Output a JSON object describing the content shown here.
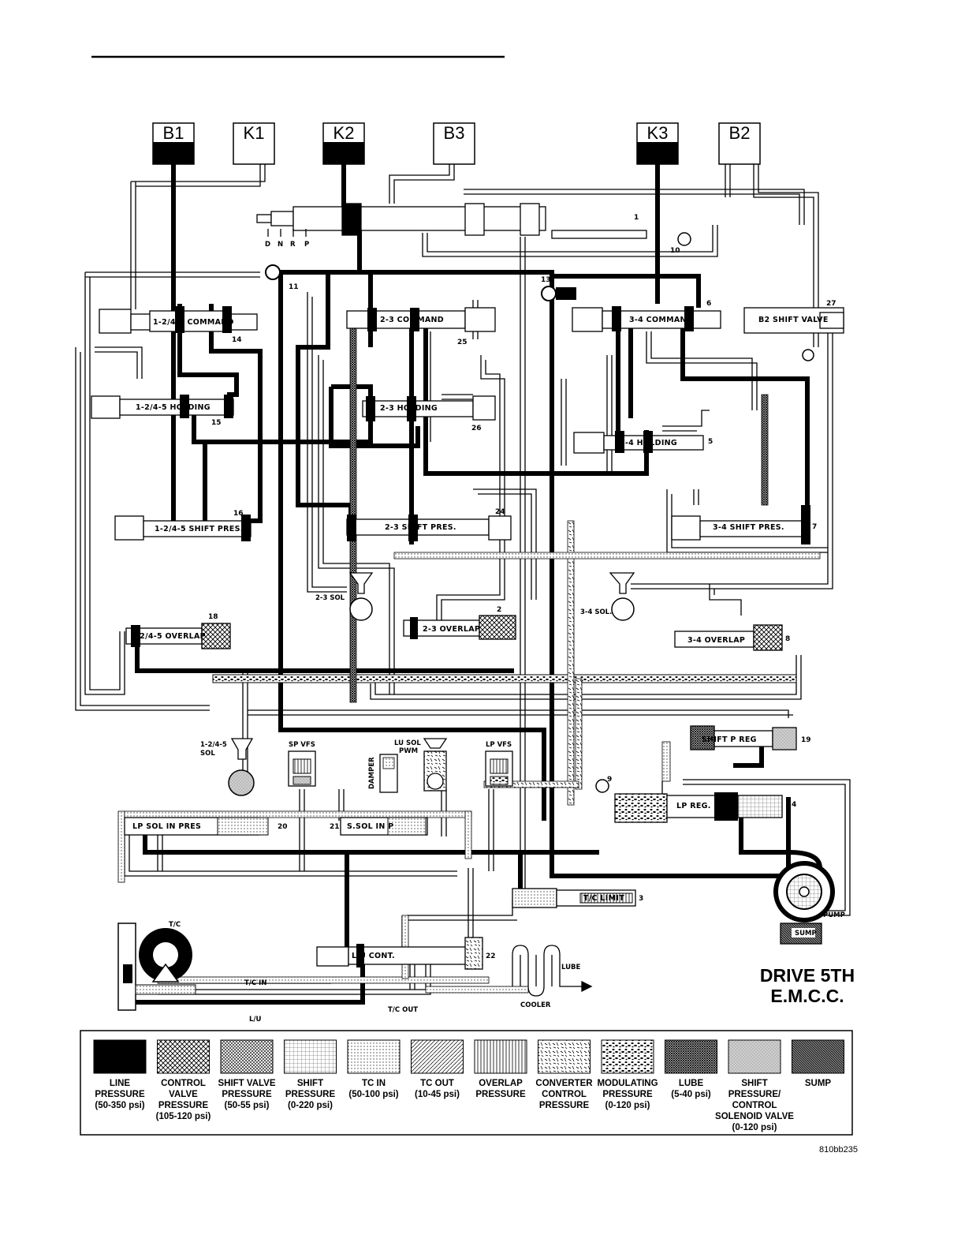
{
  "clutches": [
    {
      "id": "B1",
      "label": "B1",
      "fill": "black"
    },
    {
      "id": "K1",
      "label": "K1",
      "fill": "white"
    },
    {
      "id": "K2",
      "label": "K2",
      "fill": "black"
    },
    {
      "id": "B3",
      "label": "B3",
      "fill": "white"
    },
    {
      "id": "K3",
      "label": "K3",
      "fill": "black"
    },
    {
      "id": "B2",
      "label": "B2",
      "fill": "white"
    }
  ],
  "gear_positions": [
    "D",
    "N",
    "R",
    "P"
  ],
  "valves": {
    "manual_number": "1",
    "v10": "10",
    "v11": "11",
    "v13": "13",
    "cmd_1245": "1-2/4-5 COMMAND",
    "n14": "14",
    "cmd_23": "2-3 COMMAND",
    "n25": "25",
    "cmd_34": "3-4 COMMAND",
    "n6": "6",
    "b2_shift": "B2 SHIFT VALVE",
    "n27": "27",
    "hold_1245": "1-2/4-5 HOLDING",
    "n15": "15",
    "hold_23": "2-3 HOLDING",
    "n26": "26",
    "hold_34": "3-4 HOLDING",
    "n5": "5",
    "sp_1245": "1-2/4-5 SHIFT PRES.",
    "n16": "16",
    "sp_23": "2-3 SHIFT PRES.",
    "n24": "24",
    "sp_34": "3-4 SHIFT PRES.",
    "n7": "7",
    "sol_23": "2-3 SOL",
    "ov_23": "2-3 OVERLAP",
    "n2": "2",
    "sol_34": "3-4 SOL.",
    "ov_34": "3-4 OVERLAP",
    "n8": "8",
    "ov_1245": "1-2/4-5 OVERLAP",
    "n18": "18",
    "shift_p_reg": "SHIFT P REG",
    "n19": "19",
    "sol_1245_a": "1-2/4-5",
    "sol_1245_b": "SOL",
    "sp_vfs": "SP VFS",
    "damper": "DAMPER",
    "lu_sol_a": "LU SOL",
    "lu_sol_b": "PWM",
    "lp_vfs": "LP VFS",
    "n9": "9",
    "lp_reg": "LP REG.",
    "n4": "4",
    "lp_sol_in": "LP SOL IN PRES",
    "n20": "20",
    "n21": "21",
    "s_sol_in": "S.SOL IN P",
    "tc_limit": "T/C LIMIT",
    "n3": "3",
    "pump": "PUMP",
    "sump": "SUMP",
    "tc": "T/C",
    "lu_cont": "L/U CONT.",
    "n22": "22",
    "lube": "LUBE",
    "tc_in": "T/C IN",
    "tc_out": "T/C OUT",
    "cooler": "COOLER",
    "lu": "L/U"
  },
  "title": {
    "line1": "DRIVE 5TH",
    "line2": "E.M.C.C."
  },
  "legend": [
    {
      "lines": [
        "LINE",
        "PRESSURE",
        "(50-350 psi)"
      ],
      "pattern": "solid"
    },
    {
      "lines": [
        "CONTROL",
        "VALVE",
        "PRESSURE",
        "(105-120 psi)"
      ],
      "pattern": "crosshatch"
    },
    {
      "lines": [
        "SHIFT VALVE",
        "PRESSURE",
        "(50-55 psi)"
      ],
      "pattern": "finecross"
    },
    {
      "lines": [
        "SHIFT",
        "PRESSURE",
        "(0-220 psi)"
      ],
      "pattern": "lightgrid"
    },
    {
      "lines": [
        "TC IN",
        "(50-100 psi)"
      ],
      "pattern": "dots"
    },
    {
      "lines": [
        "TC OUT",
        "(10-45 psi)"
      ],
      "pattern": "diagonal"
    },
    {
      "lines": [
        "OVERLAP",
        "PRESSURE"
      ],
      "pattern": "vertical"
    },
    {
      "lines": [
        "CONVERTER",
        "CONTROL",
        "PRESSURE"
      ],
      "pattern": "dashes"
    },
    {
      "lines": [
        "MODULATING",
        "PRESSURE",
        "(0-120 psi)"
      ],
      "pattern": "blobs"
    },
    {
      "lines": [
        "LUBE",
        "(5-40 psi)"
      ],
      "pattern": "dense"
    },
    {
      "lines": [
        "SHIFT",
        "PRESSURE/",
        "CONTROL",
        "SOLENOID VALVE",
        "(0-120 psi)"
      ],
      "pattern": "stipple"
    },
    {
      "lines": [
        "SUMP"
      ],
      "pattern": "darkcross"
    }
  ],
  "figure_id": "810bb235"
}
